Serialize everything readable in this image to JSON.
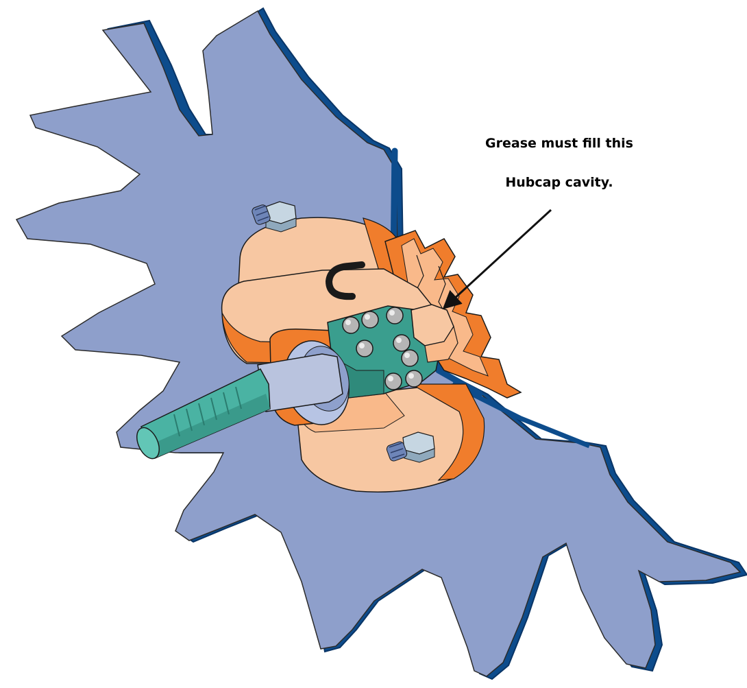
{
  "annotation": {
    "line1": "Grease must fill this",
    "line2": "Hubcap cavity."
  },
  "colors": {
    "blade_face": "#8e9fcb",
    "blade_edge": "#0d4c8c",
    "hub_light": "#f7c7a2",
    "hub_orange": "#f07d2c",
    "bearing_race": "#3a9e8e",
    "spindle": "#4ab3a3",
    "bolt": "#a8c4d8",
    "ball": "#b0b0b0",
    "outline": "#1a1a1a"
  },
  "icons": [
    "disc-blade",
    "hub-housing",
    "bearing-balls",
    "spindle-shaft",
    "hex-nut",
    "arrow-pointer"
  ]
}
